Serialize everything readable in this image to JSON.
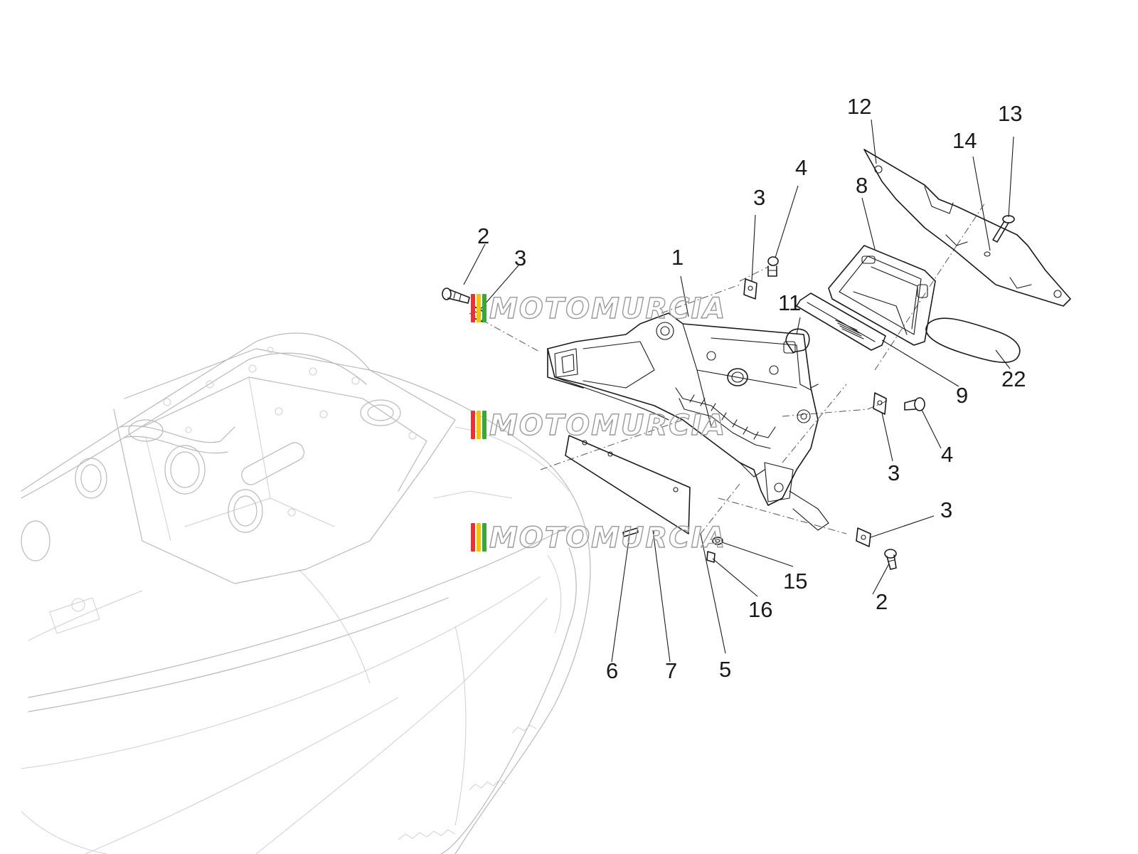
{
  "diagram": {
    "callouts": [
      {
        "id": "c1",
        "text": "1"
      },
      {
        "id": "c2a",
        "text": "2"
      },
      {
        "id": "c2b",
        "text": "2"
      },
      {
        "id": "c3a",
        "text": "3"
      },
      {
        "id": "c3b",
        "text": "3"
      },
      {
        "id": "c3c",
        "text": "3"
      },
      {
        "id": "c3d",
        "text": "3"
      },
      {
        "id": "c4a",
        "text": "4"
      },
      {
        "id": "c4b",
        "text": "4"
      },
      {
        "id": "c5",
        "text": "5"
      },
      {
        "id": "c6",
        "text": "6"
      },
      {
        "id": "c7",
        "text": "7"
      },
      {
        "id": "c8",
        "text": "8"
      },
      {
        "id": "c9",
        "text": "9"
      },
      {
        "id": "c11",
        "text": "11"
      },
      {
        "id": "c12",
        "text": "12"
      },
      {
        "id": "c13",
        "text": "13"
      },
      {
        "id": "c14",
        "text": "14"
      },
      {
        "id": "c15",
        "text": "15"
      },
      {
        "id": "c16",
        "text": "16"
      },
      {
        "id": "c22",
        "text": "22"
      }
    ],
    "watermark": {
      "text": "MOTOMURCIA",
      "stripe_colors": [
        "#e6323c",
        "#f5c400",
        "#3aa835"
      ]
    }
  }
}
